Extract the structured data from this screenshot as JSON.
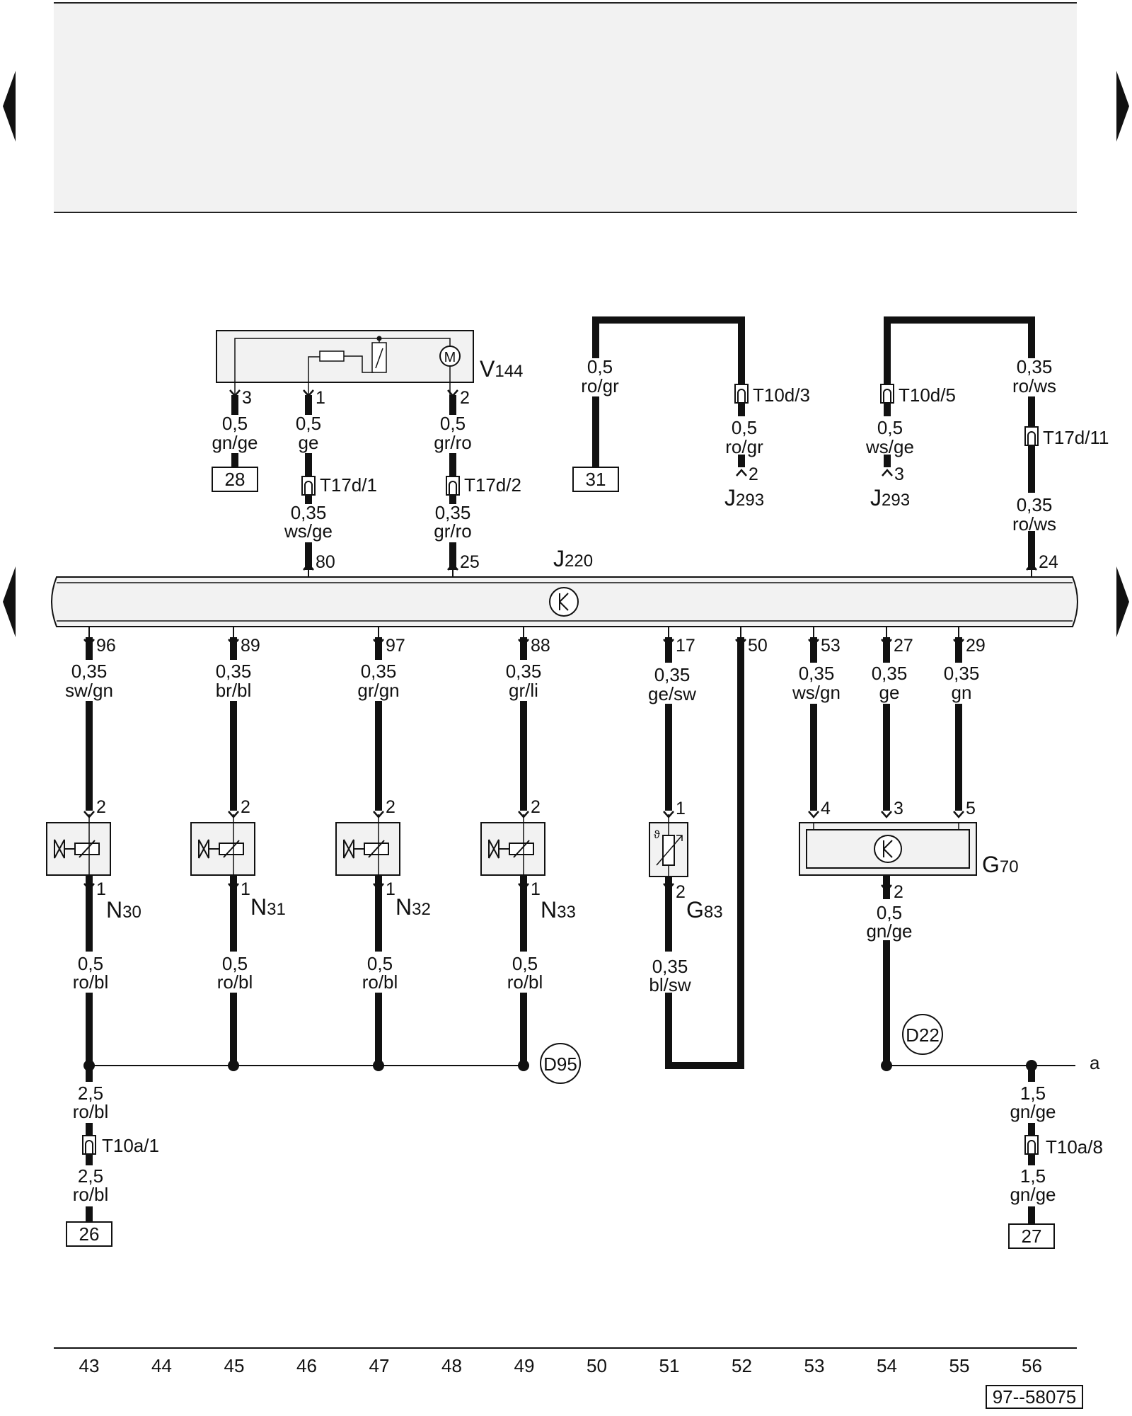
{
  "figure_number": "97--58075",
  "components": {
    "v144": {
      "name": "V",
      "sub": "144",
      "pin_a": "3",
      "pin_b": "1",
      "pin_c": "2",
      "motor_symbol": "M"
    },
    "j220": {
      "name": "J",
      "sub": "220",
      "pin_80": "80",
      "pin_25": "25",
      "pin_24": "24",
      "bottom_pins": [
        "96",
        "89",
        "97",
        "88",
        "17",
        "50",
        "53",
        "27",
        "29"
      ]
    },
    "j293_a": {
      "name": "J",
      "sub": "293"
    },
    "j293_b": {
      "name": "J",
      "sub": "293"
    },
    "n30": {
      "name": "N",
      "sub": "30",
      "pin_top": "2",
      "pin_bottom": "1"
    },
    "n31": {
      "name": "N",
      "sub": "31",
      "pin_top": "2",
      "pin_bottom": "1"
    },
    "n32": {
      "name": "N",
      "sub": "32",
      "pin_top": "2",
      "pin_bottom": "1"
    },
    "n33": {
      "name": "N",
      "sub": "33",
      "pin_top": "2",
      "pin_bottom": "1"
    },
    "g83": {
      "name": "G",
      "sub": "83",
      "pin_top": "1",
      "pin_bottom": "2"
    },
    "g70": {
      "name": "G",
      "sub": "70",
      "pin_4": "4",
      "pin_3": "3",
      "pin_5": "5",
      "pin_2": "2"
    }
  },
  "connectors": {
    "t17d_1": "T17d/1",
    "t17d_2": "T17d/2",
    "t17d_11": "T17d/11",
    "t10d_3": "T10d/3",
    "t10d_5": "T10d/5",
    "t10a_1": "T10a/1",
    "t10a_8": "T10a/8",
    "j293_pin_2": "2",
    "j293_pin_3": "3"
  },
  "ground_points": {
    "d95": "D95",
    "d22": "D22"
  },
  "ref_boxes": {
    "box_28": "28",
    "box_31": "31",
    "box_26": "26",
    "box_27": "27"
  },
  "continuation_label": "a",
  "wires": {
    "w1": [
      "0,5",
      "gn/ge"
    ],
    "w2": [
      "0,5",
      "ge"
    ],
    "w3": [
      "0,5",
      "gr/ro"
    ],
    "w4": [
      "0,35",
      "ws/ge"
    ],
    "w5": [
      "0,35",
      "gr/ro"
    ],
    "w6": [
      "0,5",
      "ro/gr"
    ],
    "w7": [
      "0,5",
      "ro/gr"
    ],
    "w8": [
      "0,5",
      "ws/ge"
    ],
    "w9": [
      "0,35",
      "ro/ws"
    ],
    "w10": [
      "0,35",
      "ro/ws"
    ],
    "w11": [
      "0,35",
      "sw/gn"
    ],
    "w12": [
      "0,35",
      "br/bl"
    ],
    "w13": [
      "0,35",
      "gr/gn"
    ],
    "w14": [
      "0,35",
      "gr/li"
    ],
    "w15": [
      "0,35",
      "ge/sw"
    ],
    "w16": [
      "0,35",
      "ws/gn"
    ],
    "w17": [
      "0,35",
      "ge"
    ],
    "w18": [
      "0,35",
      "gn"
    ],
    "w19": [
      "0,5",
      "ro/bl"
    ],
    "w20": [
      "0,5",
      "ro/bl"
    ],
    "w21": [
      "0,5",
      "ro/bl"
    ],
    "w22": [
      "0,5",
      "ro/bl"
    ],
    "w23": [
      "0,35",
      "bl/sw"
    ],
    "w24": [
      "0,5",
      "gn/ge"
    ],
    "w25": [
      "2,5",
      "ro/bl"
    ],
    "w26": [
      "2,5",
      "ro/bl"
    ],
    "w27": [
      "1,5",
      "gn/ge"
    ],
    "w28": [
      "1,5",
      "gn/ge"
    ]
  },
  "current_tracks": [
    "43",
    "44",
    "45",
    "46",
    "47",
    "48",
    "49",
    "50",
    "51",
    "52",
    "53",
    "54",
    "55",
    "56"
  ]
}
